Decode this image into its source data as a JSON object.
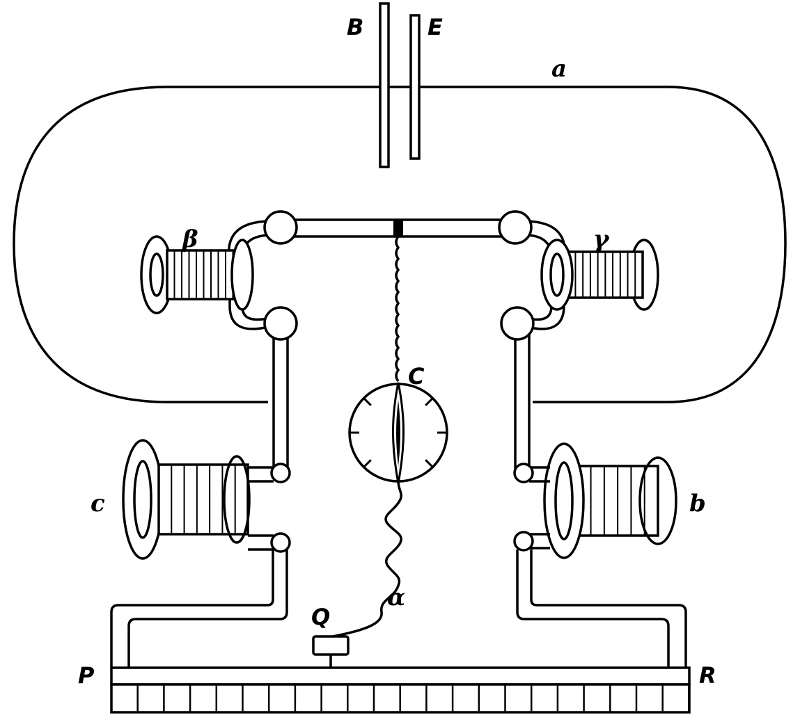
{
  "labels": {
    "plate_b": "B",
    "plate_e": "E",
    "loop_a": "a",
    "coil_beta": "β",
    "coil_gamma": "γ",
    "galvanometer": "C",
    "coil_c": "c",
    "coil_b": "b",
    "wire_alpha": "α",
    "slider_q": "Q",
    "end_p": "P",
    "end_r": "R"
  },
  "colors": {
    "ink": "#000000",
    "paper": "#ffffff"
  }
}
